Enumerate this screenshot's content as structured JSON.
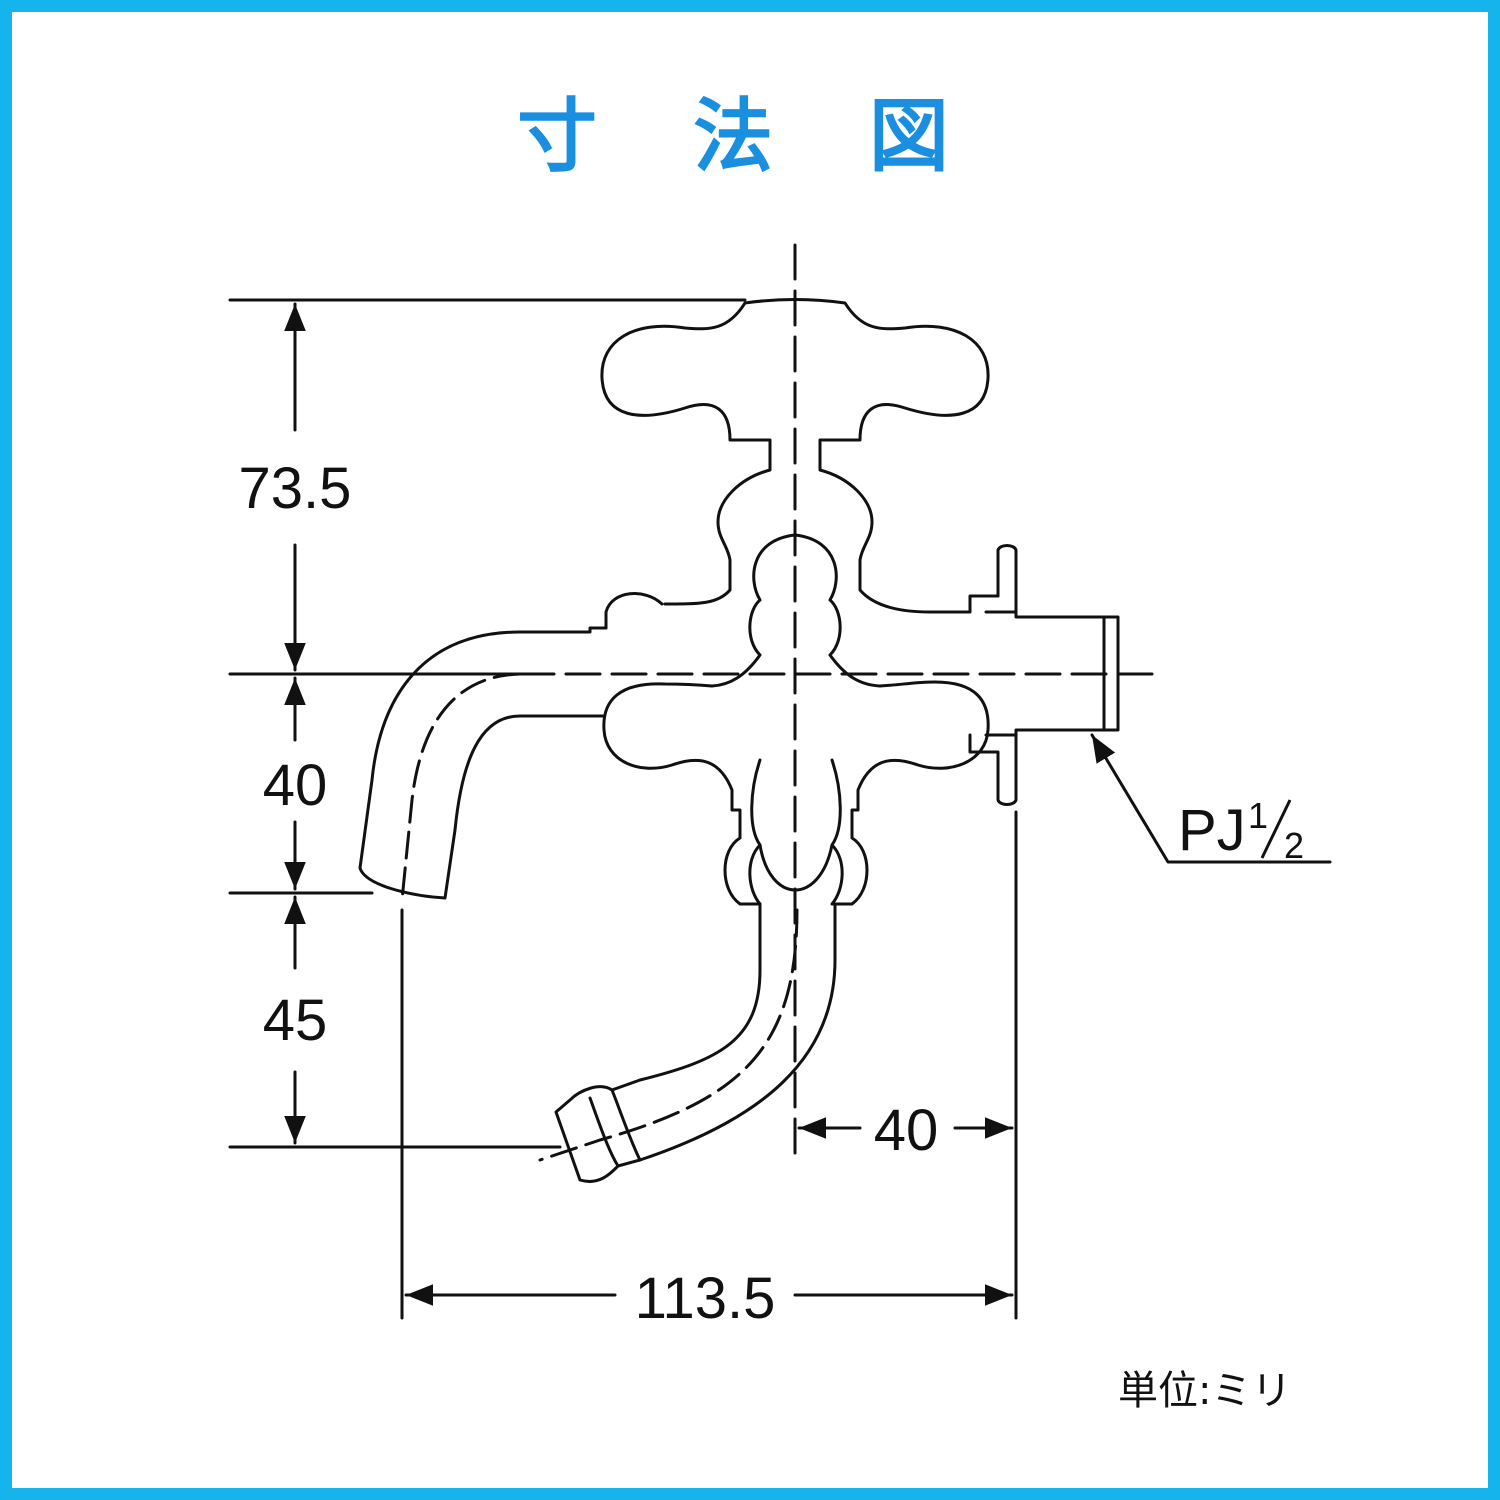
{
  "title": "寸 法 図",
  "accent_color": "#16b4ec",
  "title_color": "#1a8fe0",
  "dimensions": {
    "handle_height": "73.5",
    "spout_drop": "40",
    "hose_drop": "45",
    "horizontal_offset": "40",
    "total_width": "113.5"
  },
  "thread": {
    "prefix": "PJ",
    "numerator": "1",
    "denominator": "2"
  },
  "unit_label": "単位:ミリ"
}
